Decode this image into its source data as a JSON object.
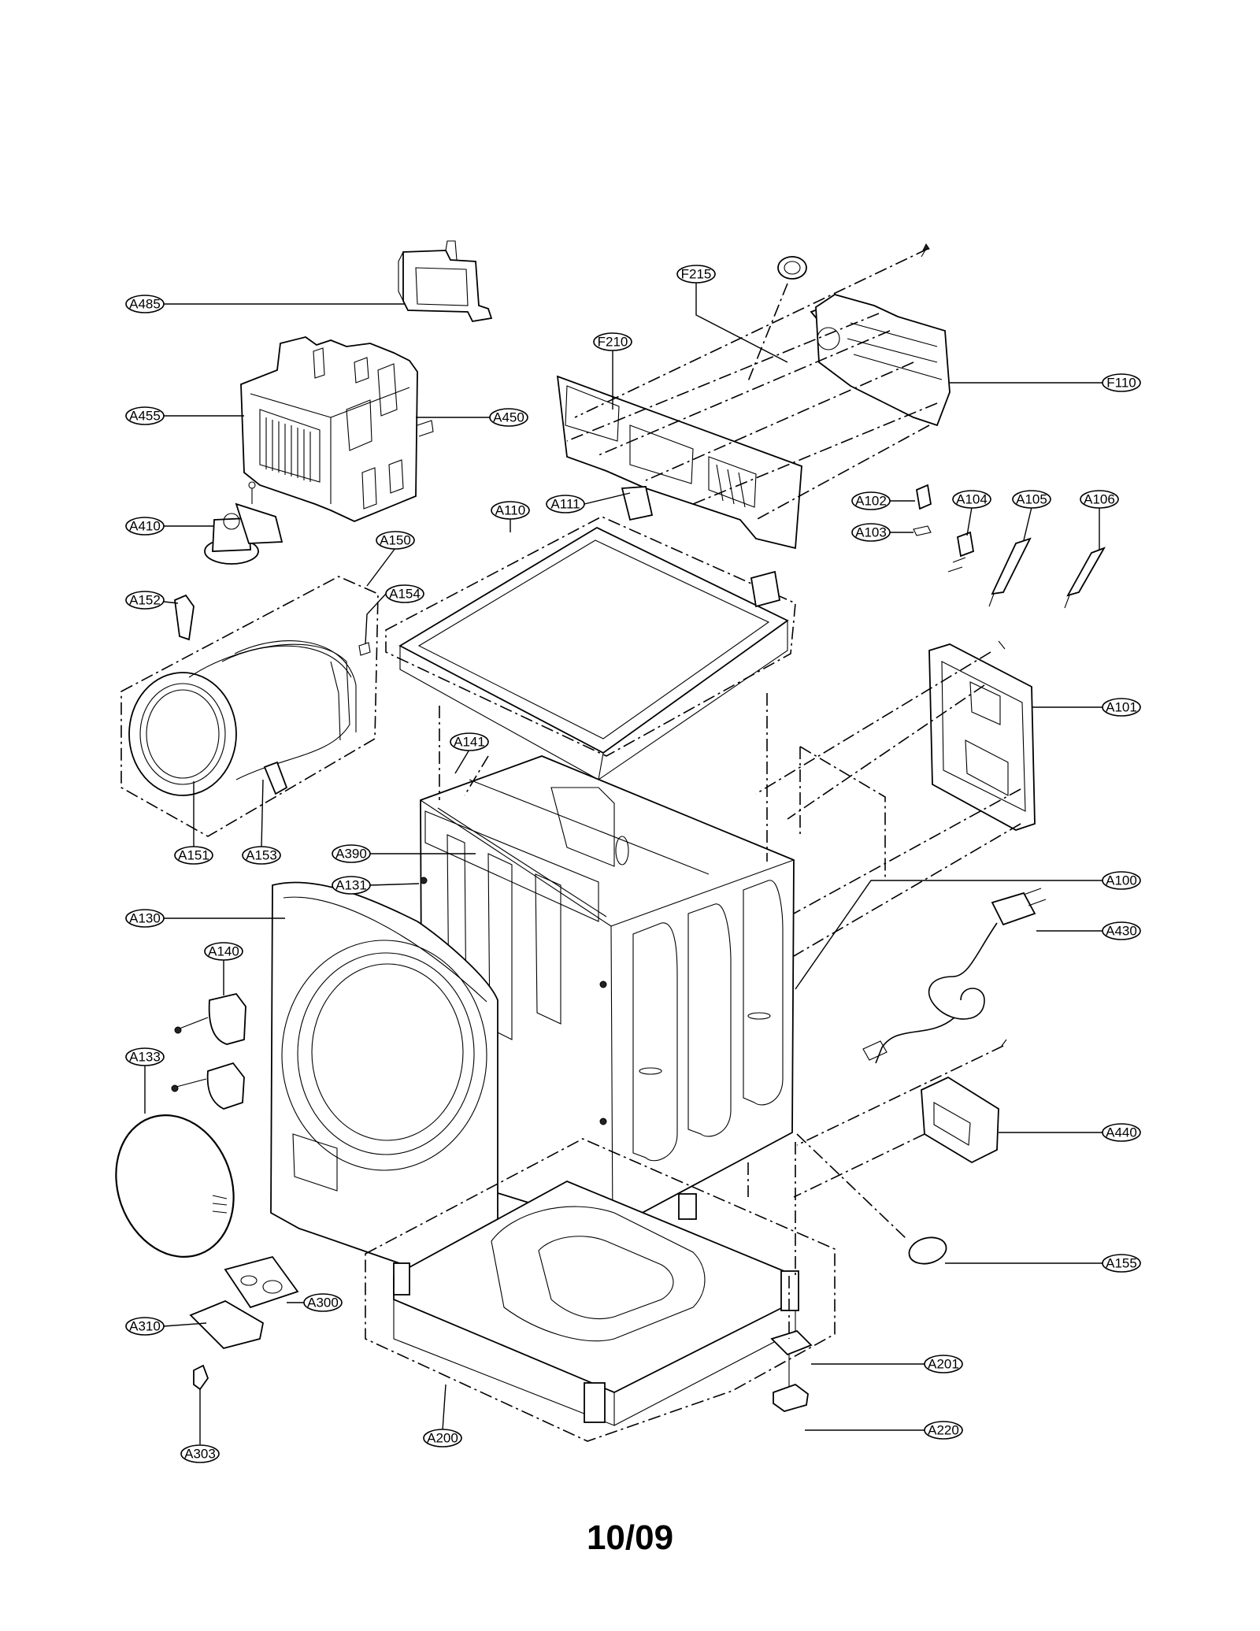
{
  "diagram": {
    "callouts": [
      {
        "id": "A485",
        "label": "A485"
      },
      {
        "id": "A455",
        "label": "A455"
      },
      {
        "id": "A450",
        "label": "A450"
      },
      {
        "id": "A410",
        "label": "A410"
      },
      {
        "id": "A152",
        "label": "A152"
      },
      {
        "id": "A150",
        "label": "A150"
      },
      {
        "id": "A154",
        "label": "A154"
      },
      {
        "id": "A151",
        "label": "A151"
      },
      {
        "id": "A153",
        "label": "A153"
      },
      {
        "id": "A130",
        "label": "A130"
      },
      {
        "id": "A140",
        "label": "A140"
      },
      {
        "id": "A133",
        "label": "A133"
      },
      {
        "id": "A310",
        "label": "A310"
      },
      {
        "id": "A300",
        "label": "A300"
      },
      {
        "id": "A303",
        "label": "A303"
      },
      {
        "id": "A200",
        "label": "A200"
      },
      {
        "id": "F215",
        "label": "F215"
      },
      {
        "id": "F210",
        "label": "F210"
      },
      {
        "id": "F110",
        "label": "F110"
      },
      {
        "id": "A110",
        "label": "A110"
      },
      {
        "id": "A111",
        "label": "A111"
      },
      {
        "id": "A102",
        "label": "A102"
      },
      {
        "id": "A103",
        "label": "A103"
      },
      {
        "id": "A104",
        "label": "A104"
      },
      {
        "id": "A105",
        "label": "A105"
      },
      {
        "id": "A106",
        "label": "A106"
      },
      {
        "id": "A101",
        "label": "A101"
      },
      {
        "id": "A141",
        "label": "A141"
      },
      {
        "id": "A390",
        "label": "A390"
      },
      {
        "id": "A131",
        "label": "A131"
      },
      {
        "id": "A100",
        "label": "A100"
      },
      {
        "id": "A430",
        "label": "A430"
      },
      {
        "id": "A440",
        "label": "A440"
      },
      {
        "id": "A155",
        "label": "A155"
      },
      {
        "id": "A201",
        "label": "A201"
      },
      {
        "id": "A220",
        "label": "A220"
      }
    ]
  },
  "footer": {
    "page_number": "10/09"
  }
}
